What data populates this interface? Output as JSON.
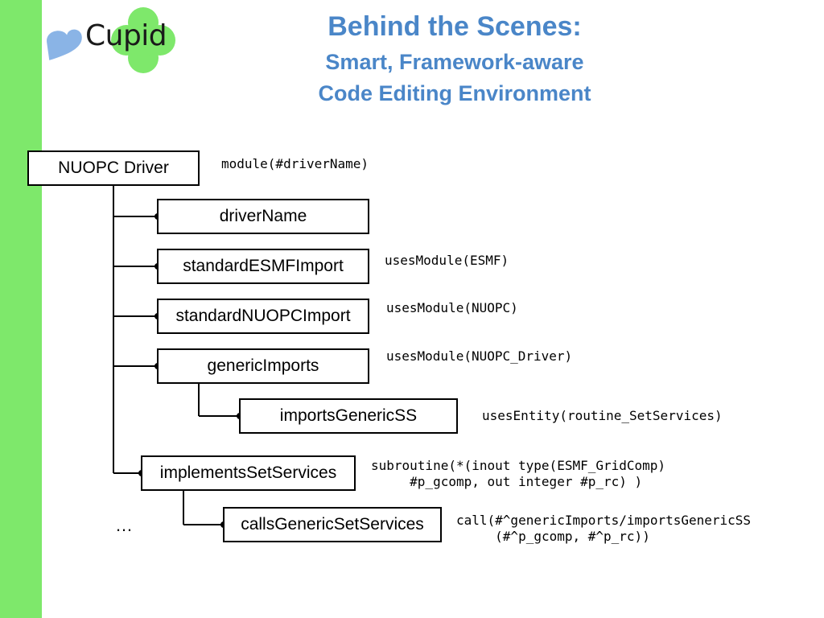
{
  "title": {
    "line1": "Behind the Scenes:",
    "line2": "Smart, Framework-aware",
    "line3": "Code Editing Environment"
  },
  "logo": {
    "text": "Cupid"
  },
  "colors": {
    "sidebar": "#7ee86b",
    "title": "#4a86c8",
    "logo_heart": "#8ab4e6",
    "logo_clover": "#7ee86b"
  },
  "tree": {
    "root": "NUOPC Driver",
    "driver_name": "driverName",
    "standard_esmf_import": "standardESMFImport",
    "standard_nuopc_import": "standardNUOPCImport",
    "generic_imports": "genericImports",
    "imports_generic_ss": "importsGenericSS",
    "implements_set_services": "implementsSetServices",
    "calls_generic_set_services": "callsGenericSetServices",
    "ellipsis": "…"
  },
  "annotations": {
    "root": "module(#driverName)",
    "standard_esmf_import": "usesModule(ESMF)",
    "standard_nuopc_import": "usesModule(NUOPC)",
    "generic_imports": "usesModule(NUOPC_Driver)",
    "imports_generic_ss": "usesEntity(routine_SetServices)",
    "implements_set_services": "subroutine(*(inout type(ESMF_GridComp)\n     #p_gcomp, out integer #p_rc) )",
    "calls_generic_set_services": "call(#^genericImports/importsGenericSS\n     (#^p_gcomp, #^p_rc))"
  }
}
